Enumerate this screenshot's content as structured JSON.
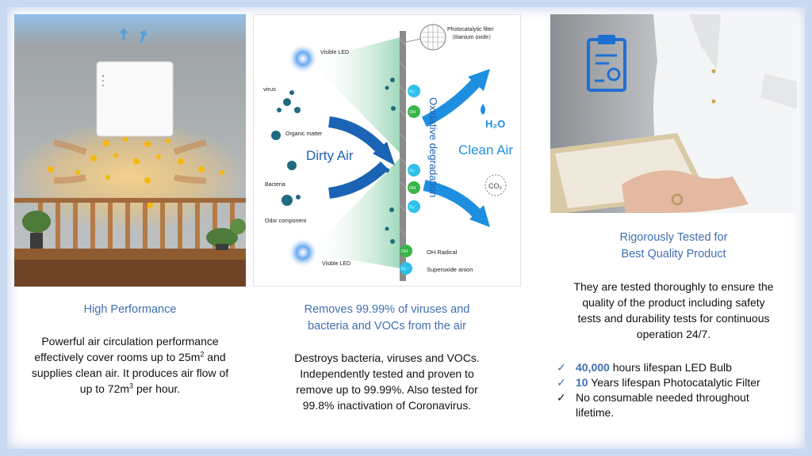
{
  "panel1": {
    "title": "High Performance",
    "body_line1": "Powerful air circulation performance",
    "body_line2_pre": "effectively  cover rooms up to 25m",
    "body_line2_sup": "2",
    "body_line2_post": " and",
    "body_line3": "supplies clean air. It produces air flow of",
    "body_line4_pre": "up to 72m",
    "body_line4_sup": "3",
    "body_line4_post": " per hour."
  },
  "panel2": {
    "diagram": {
      "photocatalytic_filter": "Photocatalytic filter",
      "titanium_oxide": "（titanium oxide）",
      "visible_led_top": "Visible LED",
      "visible_led_bottom": "Visible LED",
      "virus": "virus",
      "organic_matter": "Organic matter",
      "bacteria": "Bacteria",
      "odor_component": "Odor component",
      "dirty_air": "Dirty Air",
      "clean_air": "Clean Air",
      "oxidative_degradation": "Oxidative degradation",
      "h2o": "H₂O",
      "co2": "CO₂",
      "oh_radical": "OH Radical",
      "superoxide_anion": "Superoxide anion",
      "oh": "OH",
      "o2": "O₂⁻"
    },
    "title_line1": "Removes 99.99% of viruses and",
    "title_line2": "bacteria and VOCs from the air",
    "body_line1": "Destroys bacteria, viruses and VOCs.",
    "body_line2": "Independently tested and proven to",
    "body_line3": "remove up to 99.99%. Also tested for",
    "body_line4": "99.8% inactivation of Coronavirus."
  },
  "panel3": {
    "title_line1": "Rigorously Tested for",
    "title_line2": "Best Quality Product",
    "body_line1": "They are tested thoroughly to ensure the",
    "body_line2": "quality of the product including safety",
    "body_line3": "tests and durability tests for continuous",
    "body_line4": "operation 24/7.",
    "bullets": [
      {
        "bold": "40,000",
        "text": " hours lifespan LED Bulb",
        "check_color": "blue"
      },
      {
        "bold": "10",
        "text": " Years lifespan Photocatalytic Filter",
        "check_color": "blue"
      },
      {
        "bold": "",
        "text": "No consumable needed throughout",
        "check_color": "black"
      }
    ],
    "bullet3_cont": "lifetime."
  },
  "colors": {
    "accent_blue": "#3f6fb0",
    "frame": "#c9daf0",
    "arrow_blue": "#1e8fe0",
    "wave_green": "#9fd8b4"
  }
}
